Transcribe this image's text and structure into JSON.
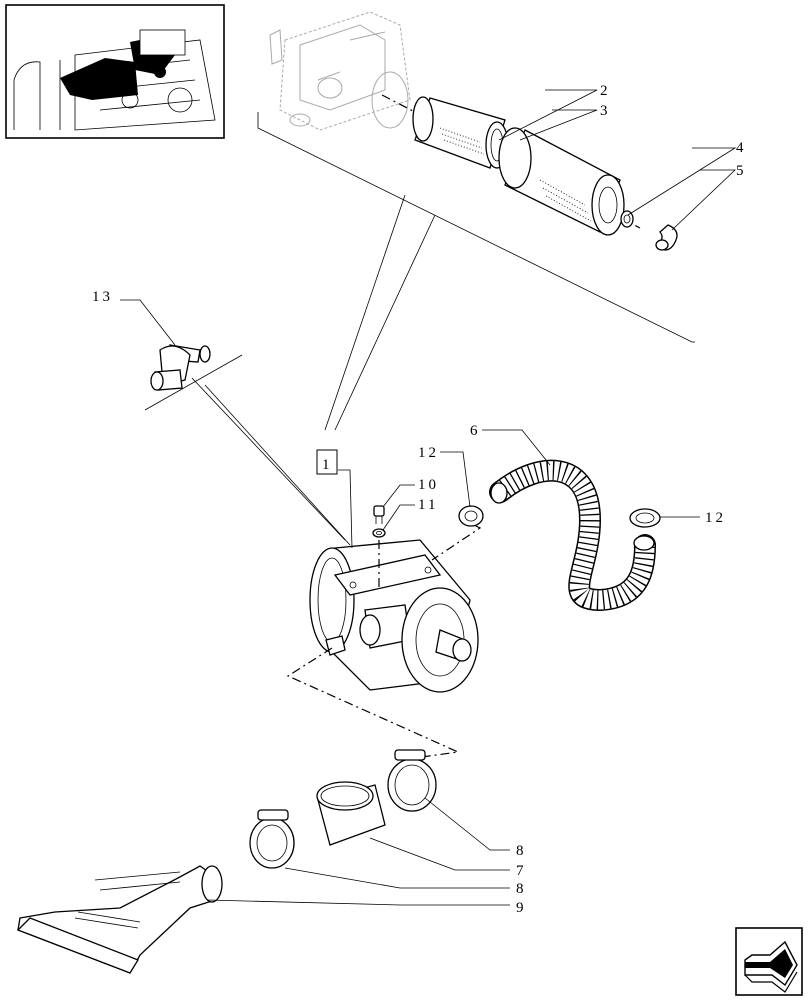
{
  "diagram": {
    "callouts": {
      "p1": "1",
      "p2": "2",
      "p3": "3",
      "p4": "4",
      "p5": "5",
      "p6": "6",
      "p7": "7",
      "p8a": "8",
      "p8b": "8",
      "p9": "9",
      "p10": "10",
      "p11": "11",
      "p12a": "12",
      "p12b": "12",
      "p13": "13"
    },
    "thumbnail_icon": "engine-location-thumbnail-icon",
    "nav_icon": "next-page-arrow-icon"
  }
}
